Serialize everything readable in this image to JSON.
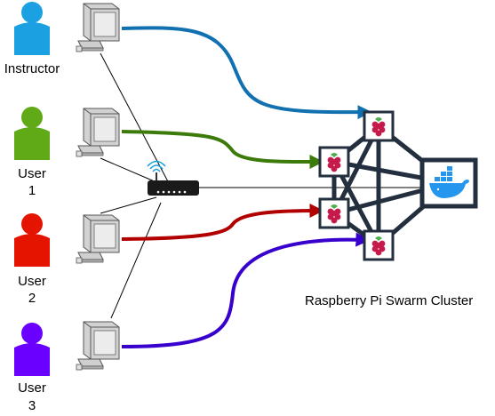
{
  "users": [
    {
      "label_lines": [
        "Instructor"
      ],
      "color": "#1BA1E2",
      "link_color": "#1070B0"
    },
    {
      "label_lines": [
        "User",
        "1"
      ],
      "color": "#60A917",
      "link_color": "#3C7A0A"
    },
    {
      "label_lines": [
        "User",
        "2"
      ],
      "color": "#E51400",
      "link_color": "#B20000"
    },
    {
      "label_lines": [
        "User",
        "3"
      ],
      "color": "#6A00FF",
      "link_color": "#3700CC"
    }
  ],
  "cluster": {
    "label": "Raspberry Pi Swarm Cluster",
    "node_icon": "raspberry-pi-icon",
    "manager_icon": "docker-whale-icon",
    "edge_color": "#232F3E",
    "docker_color": "#2496ED"
  },
  "network": {
    "router_icon": "wifi-router-icon",
    "router_color": "#1BA1E2"
  }
}
